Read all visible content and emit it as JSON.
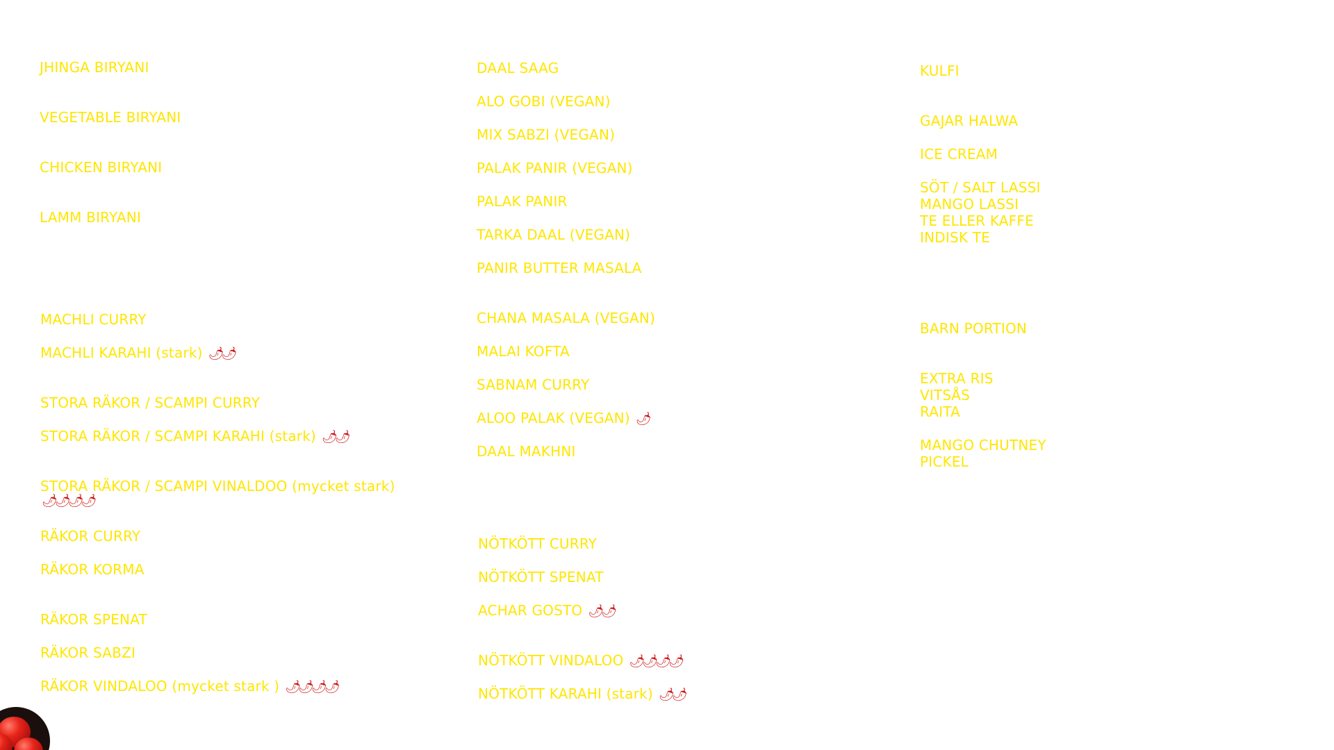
{
  "chili_icon": "🌶",
  "colors": {
    "item_text": "#ffe600",
    "chili": "#d01818",
    "background": "#ffffff"
  },
  "column1": [
    {
      "label": "JHINGA BIRYANI",
      "chilis": ""
    },
    {
      "label": "VEGETABLE BIRYANI",
      "chilis": ""
    },
    {
      "label": "CHICKEN BIRYANI",
      "chilis": ""
    },
    {
      "label": "LAMM BIRYANI",
      "chilis": ""
    },
    {
      "label": "MACHLI CURRY",
      "chilis": ""
    },
    {
      "label": "MACHLI KARAHI (stark)",
      "chilis": "🌶🌶"
    },
    {
      "label": "STORA RÄKOR / SCAMPI CURRY",
      "chilis": ""
    },
    {
      "label": "STORA RÄKOR / SCAMPI KARAHI (stark)",
      "chilis": "🌶🌶"
    },
    {
      "label": "STORA RÄKOR / SCAMPI VINALDOO (mycket stark)",
      "chilis": "🌶🌶🌶🌶"
    },
    {
      "label": "RÄKOR CURRY",
      "chilis": ""
    },
    {
      "label": "RÄKOR KORMA",
      "chilis": ""
    },
    {
      "label": "RÄKOR SPENAT",
      "chilis": ""
    },
    {
      "label": "RÄKOR SABZI",
      "chilis": ""
    },
    {
      "label": "RÄKOR VINDALOO (mycket stark )",
      "chilis": "🌶🌶🌶🌶"
    }
  ],
  "column2": [
    {
      "label": "DAAL SAAG",
      "chilis": ""
    },
    {
      "label": "ALO GOBI (VEGAN)",
      "chilis": ""
    },
    {
      "label": "MIX SABZI (VEGAN)",
      "chilis": ""
    },
    {
      "label": "PALAK PANIR (VEGAN)",
      "chilis": ""
    },
    {
      "label": "PALAK PANIR",
      "chilis": ""
    },
    {
      "label": "TARKA DAAL (VEGAN)",
      "chilis": ""
    },
    {
      "label": "PANIR BUTTER MASALA",
      "chilis": ""
    },
    {
      "label": "CHANA MASALA (VEGAN)",
      "chilis": ""
    },
    {
      "label": "MALAI KOFTA",
      "chilis": ""
    },
    {
      "label": "SABNAM CURRY",
      "chilis": ""
    },
    {
      "label": "ALOO PALAK (VEGAN)",
      "chilis": "🌶"
    },
    {
      "label": "DAAL MAKHNI",
      "chilis": ""
    },
    {
      "label": "NÖTKÖTT CURRY",
      "chilis": ""
    },
    {
      "label": "NÖTKÖTT SPENAT",
      "chilis": ""
    },
    {
      "label": "ACHAR GOSTO",
      "chilis": "🌶🌶"
    },
    {
      "label": "NÖTKÖTT VINDALOO",
      "chilis": "🌶🌶🌶🌶"
    },
    {
      "label": "NÖTKÖTT KARAHI (stark)",
      "chilis": "🌶🌶"
    }
  ],
  "column3": [
    {
      "label": "KULFI",
      "chilis": ""
    },
    {
      "label": "GAJAR HALWA",
      "chilis": ""
    },
    {
      "label": "ICE CREAM",
      "chilis": ""
    },
    {
      "label": "SÖT / SALT LASSI",
      "chilis": ""
    },
    {
      "label": "MANGO LASSI",
      "chilis": ""
    },
    {
      "label": "TE ELLER KAFFE",
      "chilis": ""
    },
    {
      "label": "INDISK TE",
      "chilis": ""
    },
    {
      "label": "BARN PORTION",
      "chilis": ""
    },
    {
      "label": "EXTRA RIS",
      "chilis": ""
    },
    {
      "label": "VITSÅS",
      "chilis": ""
    },
    {
      "label": "RAITA",
      "chilis": ""
    },
    {
      "label": "MANGO CHUTNEY",
      "chilis": ""
    },
    {
      "label": "PICKEL",
      "chilis": ""
    }
  ]
}
